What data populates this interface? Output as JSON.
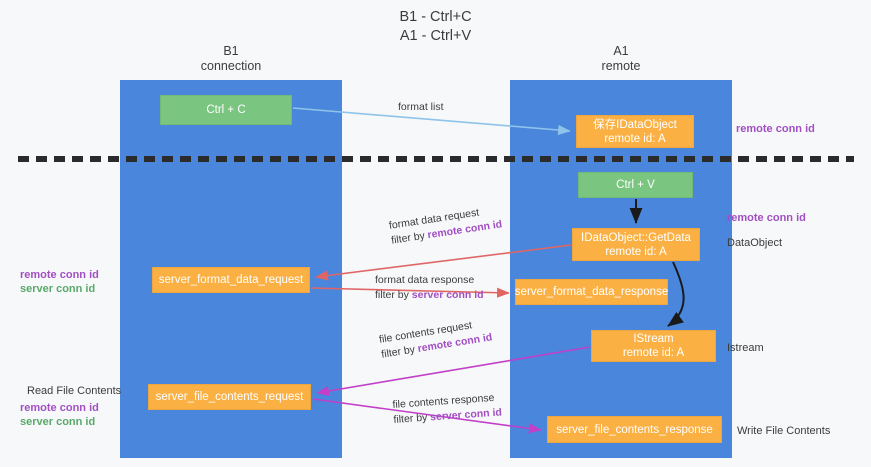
{
  "title": {
    "line1": "B1 - Ctrl+C",
    "line2": "A1 - Ctrl+V"
  },
  "lanes": [
    {
      "id": "b1",
      "name": "B1",
      "role": "connection"
    },
    {
      "id": "a1",
      "name": "A1",
      "role": "remote"
    }
  ],
  "colors": {
    "lane": "#4a86dc",
    "node_green": "#7ac57f",
    "node_orange": "#fbb043",
    "arrow_blue": "#8ec3ea",
    "arrow_red": "#e06666",
    "arrow_magenta": "#c23fc8",
    "arrow_black": "#1a1a1a",
    "label_purple": "#a24fc4",
    "label_green": "#5aa86a",
    "background": "#f7f8f9",
    "divider": "#2b2b2b"
  },
  "nodes": [
    {
      "id": "ctrl-c",
      "lane": "b1",
      "kind": "green",
      "line1": "Ctrl + C",
      "line2": ""
    },
    {
      "id": "save-idataobject",
      "lane": "a1",
      "kind": "orange",
      "line1": "保存IDataObject",
      "line2": "remote id: A"
    },
    {
      "id": "ctrl-v",
      "lane": "a1",
      "kind": "green",
      "line1": "Ctrl + V",
      "line2": ""
    },
    {
      "id": "idataobject-getdata",
      "lane": "a1",
      "kind": "orange",
      "line1": "IDataObject::GetData",
      "line2": "remote id: A"
    },
    {
      "id": "server-format-data-request",
      "lane": "b1",
      "kind": "orange",
      "line1": "server_format_data_request",
      "line2": ""
    },
    {
      "id": "server-format-data-response",
      "lane": "a1",
      "kind": "orange",
      "line1": "server_format_data_response",
      "line2": ""
    },
    {
      "id": "istream",
      "lane": "a1",
      "kind": "orange",
      "line1": "IStream",
      "line2": "remote id: A"
    },
    {
      "id": "server-file-contents-request",
      "lane": "b1",
      "kind": "orange",
      "line1": "server_file_contents_request",
      "line2": ""
    },
    {
      "id": "server-file-contents-response",
      "lane": "a1",
      "kind": "orange",
      "line1": "server_file_contents_response",
      "line2": ""
    }
  ],
  "edge_captions": [
    {
      "id": "format-list",
      "line1": "format list",
      "filter_prefix": "",
      "filter_key": ""
    },
    {
      "id": "format-data-request",
      "line1": "format data request",
      "filter_prefix": "filter by ",
      "filter_key": "remote conn id"
    },
    {
      "id": "format-data-response",
      "line1": "format data response",
      "filter_prefix": "filter by ",
      "filter_key": "server conn id"
    },
    {
      "id": "file-contents-request",
      "line1": "file contents request",
      "filter_prefix": "filter by ",
      "filter_key": "remote conn id"
    },
    {
      "id": "file-contents-response",
      "line1": "file contents response",
      "filter_prefix": "filter by ",
      "filter_key": "server conn id"
    }
  ],
  "side_labels": {
    "right": [
      {
        "id": "r-remote-conn-id-1",
        "text": "remote conn id",
        "style": "purple"
      },
      {
        "id": "r-remote-conn-id-2",
        "text": "remote conn id",
        "style": "purple"
      },
      {
        "id": "r-dataobject",
        "text": "DataObject",
        "style": "plain"
      },
      {
        "id": "r-istream",
        "text": "Istream",
        "style": "plain"
      },
      {
        "id": "r-write-file",
        "text": "Write File Contents",
        "style": "plain"
      }
    ],
    "left": [
      {
        "id": "l-remote-conn-id",
        "text": "remote conn id",
        "style": "purple"
      },
      {
        "id": "l-server-conn-id",
        "text": "server conn id",
        "style": "green"
      },
      {
        "id": "l-read-file",
        "text": "Read File Contents",
        "style": "plain"
      },
      {
        "id": "l-remote-conn-id-2",
        "text": "remote conn id",
        "style": "purple"
      },
      {
        "id": "l-server-conn-id-2",
        "text": "server conn id",
        "style": "green"
      }
    ]
  }
}
